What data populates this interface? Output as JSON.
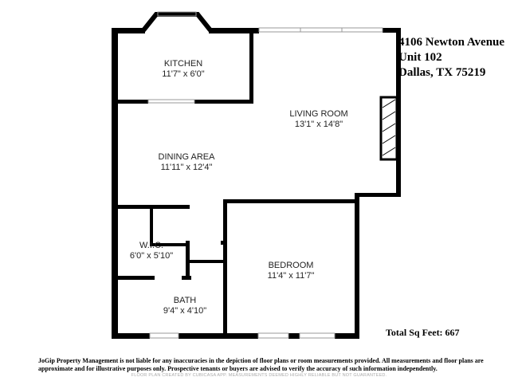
{
  "address": {
    "line1": "4106 Newton Avenue",
    "line2": "Unit 102",
    "line3": "Dallas, TX 75219"
  },
  "rooms": [
    {
      "name": "KITCHEN",
      "dims": "11'7\" x 6'0\""
    },
    {
      "name": "LIVING ROOM",
      "dims": "13'1\" x 14'8\""
    },
    {
      "name": "DINING AREA",
      "dims": "11'11\" x 12'4\""
    },
    {
      "name": "W.I.C.",
      "dims": "6'0\" x 5'10\""
    },
    {
      "name": "BEDROOM",
      "dims": "11'4\" x 11'7\""
    },
    {
      "name": "BATH",
      "dims": "9'4\" x 4'10\""
    }
  ],
  "total": "Total Sq Feet: 667",
  "disclaimer": "JoGip Property Management is not liable for any inaccuracies in the depiction of floor plans or room measurements provided. All measurements and floor plans are approximate and for illustrative purposes only. Prospective tenants or buyers are advised to verify the accuracy of such information independently.",
  "credit": "FLOOR PLAN CREATED BY CUBICASA APP. MEASUREMENTS DEEMED HIGHLY RELIABLE BUT NOT GUARANTEED.",
  "colors": {
    "wall": "#000000",
    "window": "#999999"
  }
}
